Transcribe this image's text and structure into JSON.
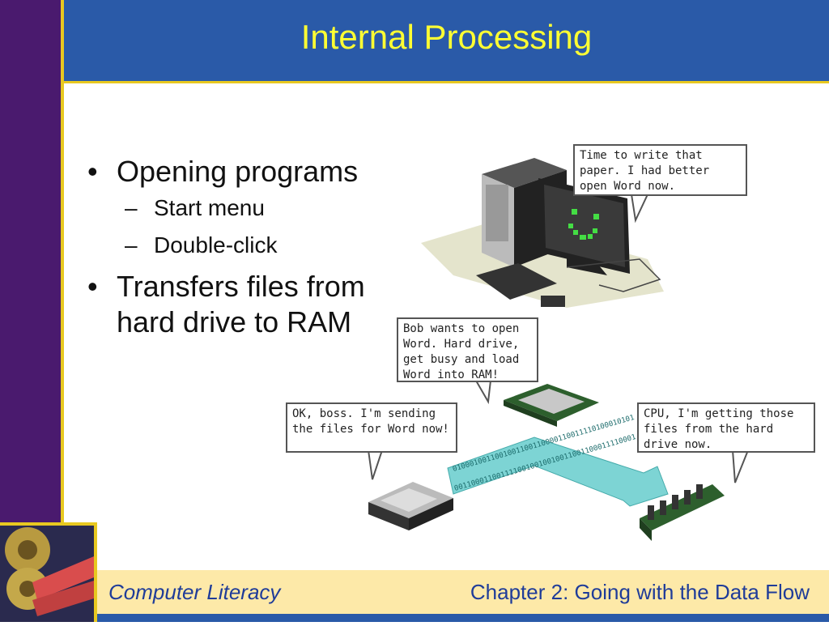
{
  "slide": {
    "title": "Internal Processing",
    "bullets": [
      {
        "text": "Opening programs",
        "sub": [
          "Start menu",
          "Double-click"
        ]
      },
      {
        "text": "Transfers files from hard drive to RAM"
      }
    ]
  },
  "bubbles": {
    "computer": "Time to write that paper. I had better open Word now.",
    "cpu": "Bob wants to open Word. Hard drive, get busy and load Word into RAM!",
    "hard_drive": "OK, boss. I'm sending the files for Word now!",
    "ram": "CPU, I'm getting those files from the hard drive now."
  },
  "binary": {
    "line1": "0100010011001001100110000110011110100010101",
    "line2": "0011000110011110010010010011001100011110001"
  },
  "footer": {
    "left": "Computer Literacy",
    "right": "Chapter 2: Going with the Data Flow"
  },
  "colors": {
    "sidebar": "#4a1a6e",
    "title_bar": "#2a5aa8",
    "title_text": "#ffff33",
    "accent": "#e8c820",
    "footer_bg": "#fde9a8",
    "footer_text": "#1f3c99",
    "monitor_face": "#44dd44",
    "data_arrow": "#7dd4d4"
  },
  "icons": [
    "bullet-dot",
    "dash",
    "smiley-face-icon",
    "ticket-roll-icon"
  ]
}
